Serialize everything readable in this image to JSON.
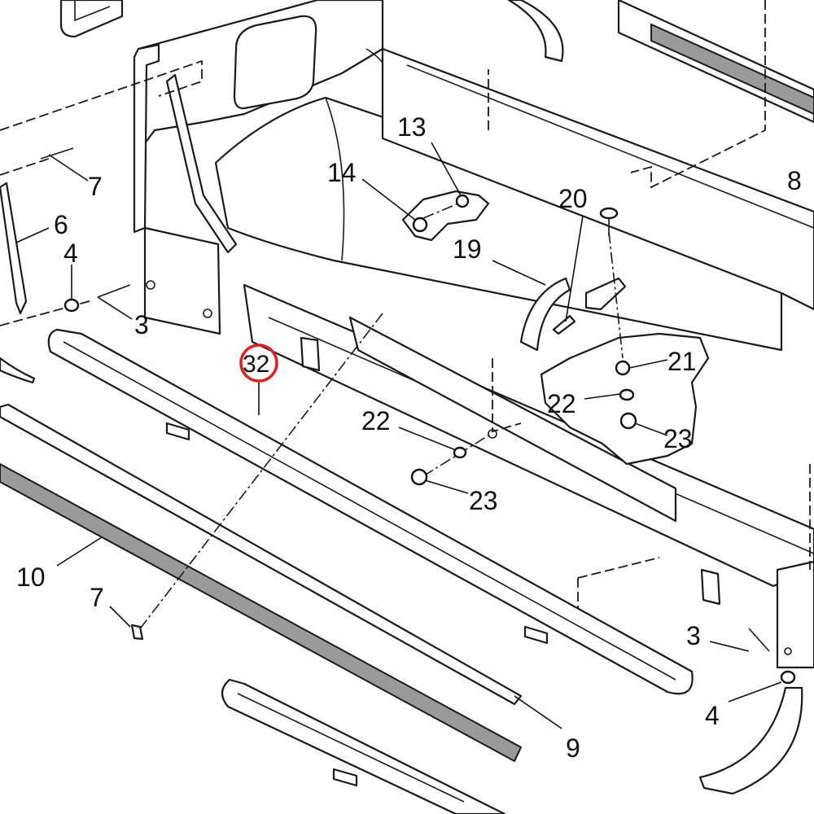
{
  "diagram": {
    "callouts": [
      {
        "id": "c13",
        "label": "13"
      },
      {
        "id": "c14",
        "label": "14"
      },
      {
        "id": "c20",
        "label": "20"
      },
      {
        "id": "c19",
        "label": "19"
      },
      {
        "id": "c8",
        "label": "8"
      },
      {
        "id": "c7a",
        "label": "7"
      },
      {
        "id": "c6",
        "label": "6"
      },
      {
        "id": "c4a",
        "label": "4"
      },
      {
        "id": "c3a",
        "label": "3"
      },
      {
        "id": "c21",
        "label": "21"
      },
      {
        "id": "c22a",
        "label": "22"
      },
      {
        "id": "c22b",
        "label": "22"
      },
      {
        "id": "c23a",
        "label": "23"
      },
      {
        "id": "c23b",
        "label": "23"
      },
      {
        "id": "c32",
        "label": "32"
      },
      {
        "id": "c10",
        "label": "10"
      },
      {
        "id": "c7b",
        "label": "7"
      },
      {
        "id": "c3b",
        "label": "3"
      },
      {
        "id": "c4b",
        "label": "4"
      },
      {
        "id": "c9",
        "label": "9"
      }
    ],
    "highlight": {
      "target": "32",
      "color": "#e02020"
    },
    "colors": {
      "line": "#1a1a1a",
      "strip_fill": "#9a9a9a",
      "background": "#ffffff"
    }
  }
}
